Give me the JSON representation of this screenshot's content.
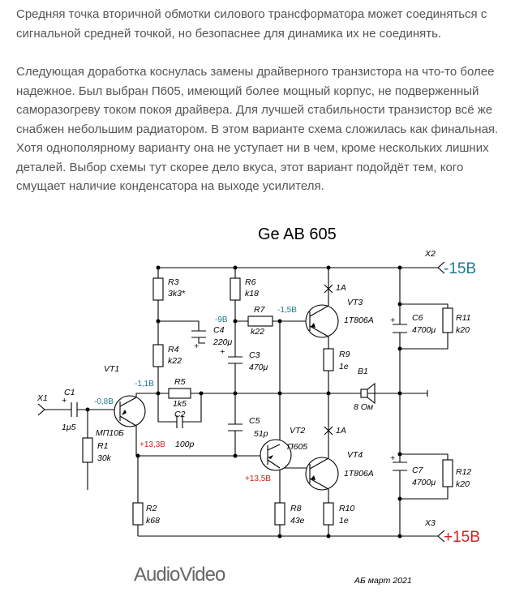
{
  "article": {
    "paragraph1": "Средняя точка вторичной обмотки силового трансформатора может соединяться с сигнальной средней точкой, но безопаснее для динамика их не соединять.",
    "paragraph2": "Следующая доработка коснулась замены драйверного транзистора на что-то более надежное. Был выбран П605, имеющий более мощный корпус, не подверженный саморазогреву током покоя драйвера. Для лучшей стабильности транзистор всё же снабжен небольшим радиатором. В этом варианте схема сложилась как финальная. Хотя однополярному варианту она не уступает ни в чем, кроме нескольких лишних деталей. Выбор схемы тут скорее дело вкуса, этот вариант подойдёт тем, кого смущает наличие конденсатора на выходе усилителя."
  },
  "schematic": {
    "title": "Ge AB 605",
    "supply_neg": "-15В",
    "supply_pos": "+15В",
    "colors": {
      "blue": "#1f7a8c",
      "red": "#d42020",
      "wire": "#000000"
    },
    "connectors": {
      "x1": "X1",
      "x2": "X2",
      "x3": "X3"
    },
    "components": {
      "r1": {
        "ref": "R1",
        "value": "30k"
      },
      "r2": {
        "ref": "R2",
        "value": "k68"
      },
      "r3": {
        "ref": "R3",
        "value": "3k3*"
      },
      "r4": {
        "ref": "R4",
        "value": "k22"
      },
      "r5": {
        "ref": "R5",
        "value": "1k5"
      },
      "r6": {
        "ref": "R6",
        "value": "k18"
      },
      "r7": {
        "ref": "R7",
        "value": "k22"
      },
      "r8": {
        "ref": "R8",
        "value": "43е"
      },
      "r9": {
        "ref": "R9",
        "value": "1е"
      },
      "r10": {
        "ref": "R10",
        "value": "1е"
      },
      "r11": {
        "ref": "R11",
        "value": "k20"
      },
      "r12": {
        "ref": "R12",
        "value": "k20"
      },
      "c1": {
        "ref": "C1",
        "value": "1μ5"
      },
      "c2": {
        "ref": "C2",
        "value": "100p"
      },
      "c3": {
        "ref": "C3",
        "value": "470μ"
      },
      "c4": {
        "ref": "C4",
        "value": "220μ"
      },
      "c5": {
        "ref": "C5",
        "value": "51p"
      },
      "c6": {
        "ref": "C6",
        "value": "4700μ"
      },
      "c7": {
        "ref": "C7",
        "value": "4700μ"
      },
      "vt1": {
        "ref": "VT1",
        "value": "МП10Б"
      },
      "vt2": {
        "ref": "VT2",
        "value": "П605"
      },
      "vt3": {
        "ref": "VT3",
        "value": "1T806A"
      },
      "vt4": {
        "ref": "VT4",
        "value": "1T806A"
      },
      "b1": {
        "ref": "B1",
        "value": "8 Ом"
      }
    },
    "currents": {
      "vt3": "1А",
      "vt4": "1А"
    },
    "voltages": {
      "vt1_base": "-0,8В",
      "vt1_collector": "-1,1В",
      "c4_node": "-9В",
      "vt3_base": "-1,5В",
      "vt1_emitter": "+13,3В",
      "vt2_emitter": "+13,5В"
    },
    "logo": "AudioVideo",
    "signature": "АБ март 2021"
  }
}
